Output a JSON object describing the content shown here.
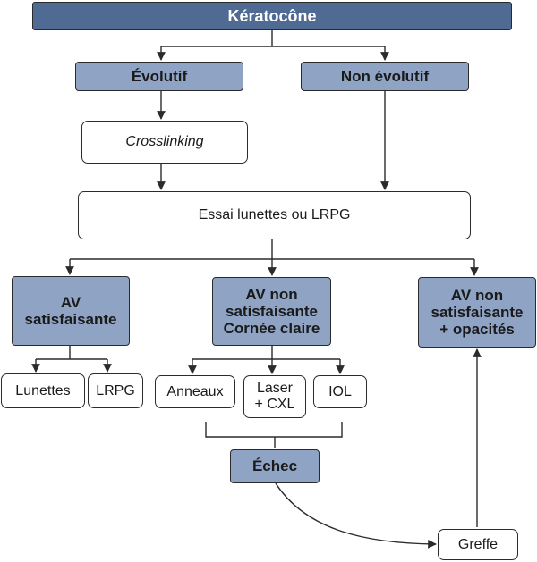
{
  "diagram": {
    "colors": {
      "root_fill": "#4f6a93",
      "category_fill": "#8fa3c4",
      "box_fill": "#ffffff",
      "line": "#2b2b2b"
    },
    "nodes": {
      "keratocone": "Kératocône",
      "evolutif": "Évolutif",
      "non_evolutif": "Non évolutif",
      "crosslinking": "Crosslinking",
      "essai": "Essai lunettes ou LRPG",
      "av_sat": [
        "AV",
        "satisfaisante"
      ],
      "av_non_sat_claire": [
        "AV non",
        "satisfaisante",
        "Cornée claire"
      ],
      "av_non_sat_opac": [
        "AV non",
        "satisfaisante",
        "+ opacités"
      ],
      "lunettes": "Lunettes",
      "lrpg": "LRPG",
      "anneaux": "Anneaux",
      "laser_cxl": [
        "Laser",
        "+ CXL"
      ],
      "iol": "IOL",
      "echec": "Échec",
      "greffe": "Greffe"
    },
    "edges": [
      [
        "keratocone",
        "evolutif"
      ],
      [
        "keratocone",
        "non_evolutif"
      ],
      [
        "evolutif",
        "crosslinking"
      ],
      [
        "crosslinking",
        "essai"
      ],
      [
        "non_evolutif",
        "essai"
      ],
      [
        "essai",
        "av_sat"
      ],
      [
        "essai",
        "av_non_sat_claire"
      ],
      [
        "essai",
        "av_non_sat_opac"
      ],
      [
        "av_sat",
        "lunettes"
      ],
      [
        "av_sat",
        "lrpg"
      ],
      [
        "av_non_sat_claire",
        "anneaux"
      ],
      [
        "av_non_sat_claire",
        "laser_cxl"
      ],
      [
        "av_non_sat_claire",
        "iol"
      ],
      [
        "anneaux",
        "echec"
      ],
      [
        "laser_cxl",
        "echec"
      ],
      [
        "iol",
        "echec"
      ],
      [
        "echec",
        "greffe"
      ],
      [
        "greffe",
        "av_non_sat_opac"
      ]
    ]
  }
}
